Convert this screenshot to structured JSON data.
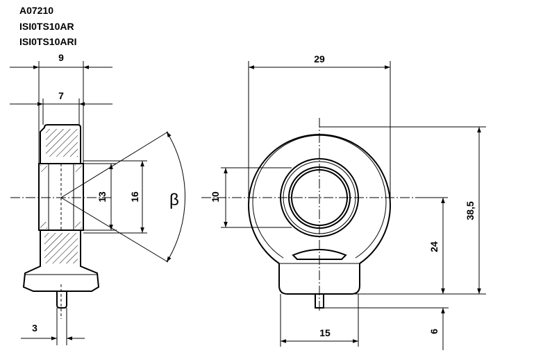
{
  "part_codes": [
    "A07210",
    "ISI0TS10AR",
    "ISI0TS10ARI"
  ],
  "dimensions": {
    "side_width_outer": "9",
    "side_width_inner": "7",
    "ball_inner_dia": "13",
    "ball_outer_dia": "16",
    "tilt_angle": "β",
    "pin_offset": "3",
    "front_width": "29",
    "bore_dia": "10",
    "center_height": "24",
    "total_height": "38,5",
    "base_width": "15",
    "pin_length": "6"
  }
}
